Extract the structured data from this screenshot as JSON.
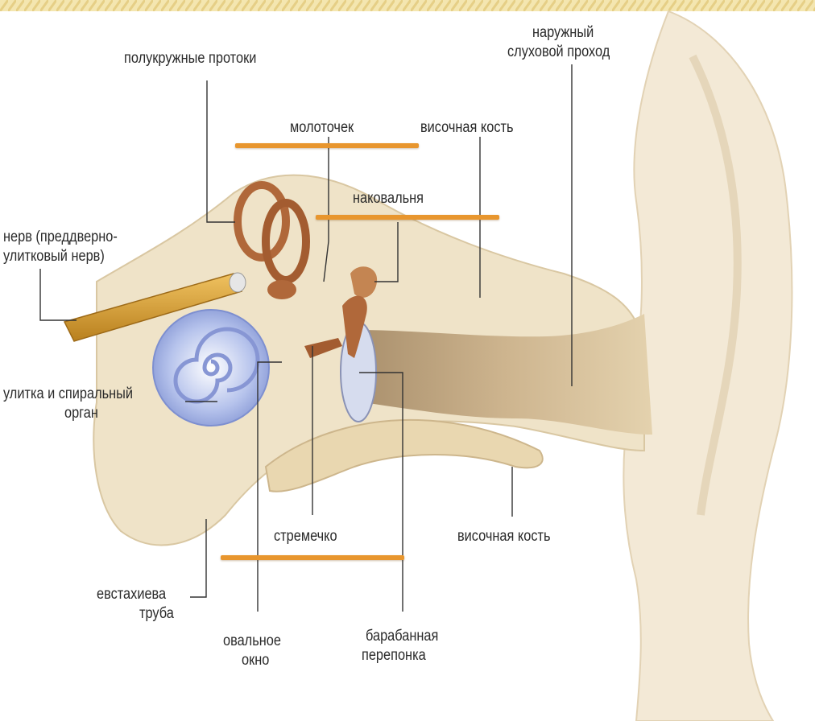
{
  "labels": {
    "semicircular_canals": "полукружные протоки",
    "external_canal_1": "наружный",
    "external_canal_2": "слуховой проход",
    "malleus": "молоточек",
    "temporal_bone_top": "височная кость",
    "incus": "наковальня",
    "nerve_1": "нерв (преддверно-",
    "nerve_2": "улитковый нерв)",
    "cochlea_1": "улитка и спиральный",
    "cochlea_2": "орган",
    "stapes": "стремечко",
    "temporal_bone_bottom": "височная кость",
    "eustachian_1": "евстахиева",
    "eustachian_2": "труба",
    "oval_window_1": "овальное",
    "oval_window_2": "окно",
    "eardrum_1": "барабанная",
    "eardrum_2": "перепонка"
  },
  "colors": {
    "highlight_bar": "#e8962e",
    "bone": "#efe3c8",
    "canal": "#cdb48e",
    "ossicles": "#b0683a",
    "cochlea": "#a9b8e8",
    "nerve": "#d9a23c",
    "leader": "#333333"
  }
}
